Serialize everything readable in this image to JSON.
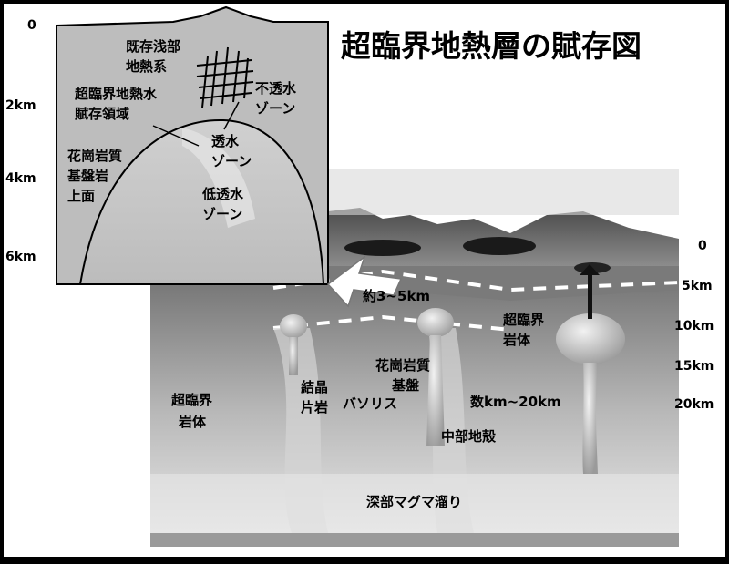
{
  "title": "超臨界地熱層の賦存図",
  "inset": {
    "depth_ticks": [
      "0",
      "2km",
      "4km",
      "6km"
    ],
    "labels": {
      "shallow_system_1": "既存浅部",
      "shallow_system_2": "地熱系",
      "reservoir_1": "超臨界地熱水",
      "reservoir_2": "賦存領域",
      "impermeable_1": "不透水",
      "impermeable_2": "ゾーン",
      "permeable_1": "透水",
      "permeable_2": "ゾーン",
      "low_perm_1": "低透水",
      "low_perm_2": "ゾーン",
      "granite_1": "花崗岩質",
      "granite_2": "基盤岩",
      "granite_3": "上面"
    }
  },
  "block": {
    "depth_ticks": [
      "0",
      "5km",
      "10km",
      "15km",
      "20km"
    ],
    "labels": {
      "approx_depth": "約3~5km",
      "supercritical_1": "超臨界",
      "supercritical_2": "岩体",
      "supercritical_left_1": "超臨界",
      "supercritical_left_2": "岩体",
      "schist_1": "結晶",
      "schist_2": "片岩",
      "granite_1": "花崗岩質",
      "granite_2": "基盤",
      "batholith": "バソリス",
      "range": "数km~20km",
      "mid_crust": "中部地殻",
      "magma": "深部マグマ溜り"
    }
  }
}
